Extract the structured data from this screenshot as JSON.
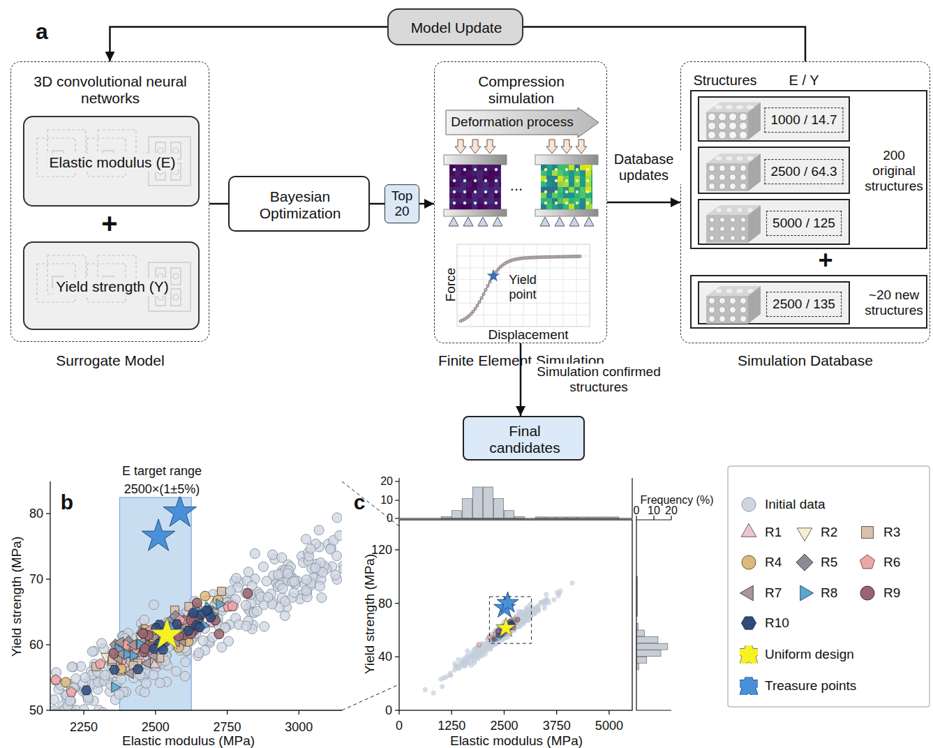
{
  "diagram": {
    "nodes": [
      {
        "text": [
          "Model Update"
        ]
      },
      {
        "text": [
          "3D convolutional neural networks",
          "Surrogate Model"
        ]
      },
      {
        "text": [
          "Elastic modulus (E)"
        ],
        "in": 1
      },
      {
        "text": [
          "Yield strength (Y)"
        ],
        "in": 1
      },
      {
        "text": [
          "Bayesian Optimization"
        ]
      },
      {
        "text": [
          "Compression simulation",
          "Finite Element Simulation"
        ]
      },
      {
        "text": [
          "Deformation process"
        ],
        "in": 5
      },
      {
        "text": [
          "Structures",
          "E / Y",
          "Simulation Database"
        ]
      },
      {
        "text": [
          "200 original structures"
        ],
        "in": 7
      },
      {
        "text": [
          "1000 / 14.7"
        ],
        "in": 8
      },
      {
        "text": [
          "2500 / 64.3"
        ],
        "in": 8
      },
      {
        "text": [
          "5000 / 125"
        ],
        "in": 8
      },
      {
        "text": [
          "~20 new structures"
        ],
        "in": 7
      },
      {
        "text": [
          "2500 / 135"
        ],
        "in": 12
      },
      {
        "text": [
          "Final candidates"
        ]
      }
    ],
    "edges": [
      {
        "from": 7,
        "to": 0,
        "arrow": "none"
      },
      {
        "from": 0,
        "to": 1,
        "arrow": "to"
      },
      {
        "from": 1,
        "to": 4,
        "arrow": "none"
      },
      {
        "from": 4,
        "to": 5,
        "arrow": "to",
        "label": "Top 20"
      },
      {
        "from": 5,
        "to": 7,
        "arrow": "to",
        "label": "Database updates"
      },
      {
        "from": 5,
        "to": 14,
        "arrow": "to",
        "label": "Simulation confirmed structures"
      }
    ],
    "labels": [
      "a",
      "+",
      "+",
      "...",
      "Force",
      "Yield point",
      "Displacement",
      "E target range",
      "2500×(1±5%)",
      "b",
      "2250",
      "2500",
      "2750",
      "3000",
      "50",
      "60",
      "70",
      "80",
      "Elastic modulus (MPa)",
      "Yield strength (MPa)",
      "c",
      "20",
      "10",
      "0",
      "0",
      "1250",
      "2500",
      "3750",
      "5000",
      "0",
      "40",
      "80",
      "120",
      "Elastic modulus (MPa)",
      "Yield strength (MPa)",
      "Frequency (%)",
      "0",
      "10",
      "20"
    ],
    "legend": [
      {
        "text": "Initial data"
      },
      {
        "text": "R1"
      },
      {
        "text": "R2"
      },
      {
        "text": "R3"
      },
      {
        "text": "R4"
      },
      {
        "text": "R5"
      },
      {
        "text": "R6"
      },
      {
        "text": "R7"
      },
      {
        "text": "R8"
      },
      {
        "text": "R9"
      },
      {
        "text": "R10"
      },
      {
        "text": "Uniform design"
      },
      {
        "text": "Treasure points"
      }
    ]
  }
}
